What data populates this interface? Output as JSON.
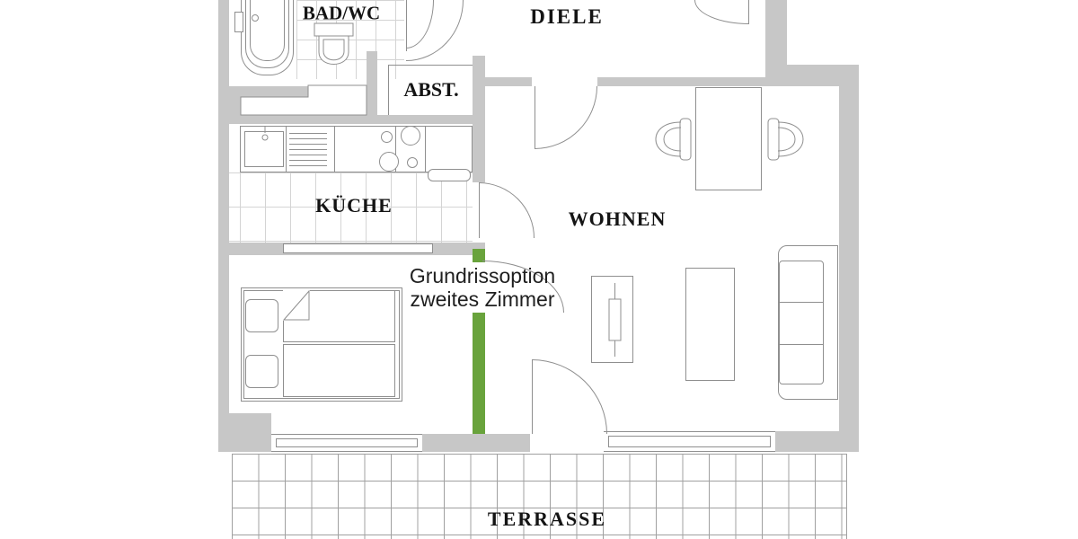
{
  "floorplan": {
    "rooms": {
      "bathroom": {
        "label": "BAD/WC"
      },
      "hallway": {
        "label": "DIELE"
      },
      "storage": {
        "label": "ABST."
      },
      "kitchen": {
        "label": "KÜCHE"
      },
      "living_room": {
        "label": "WOHNEN"
      },
      "terrace": {
        "label": "TERRASSE"
      }
    },
    "option_note": {
      "line1": "Grundrissoption",
      "line2": "zweites Zimmer"
    },
    "colors": {
      "wall": "#c7c7c7",
      "green": "#69a33c",
      "line": "#8f8f8f",
      "tile_line": "#d4d4d4",
      "terrace_line": "#a0a0a0",
      "text": "#141414"
    }
  }
}
